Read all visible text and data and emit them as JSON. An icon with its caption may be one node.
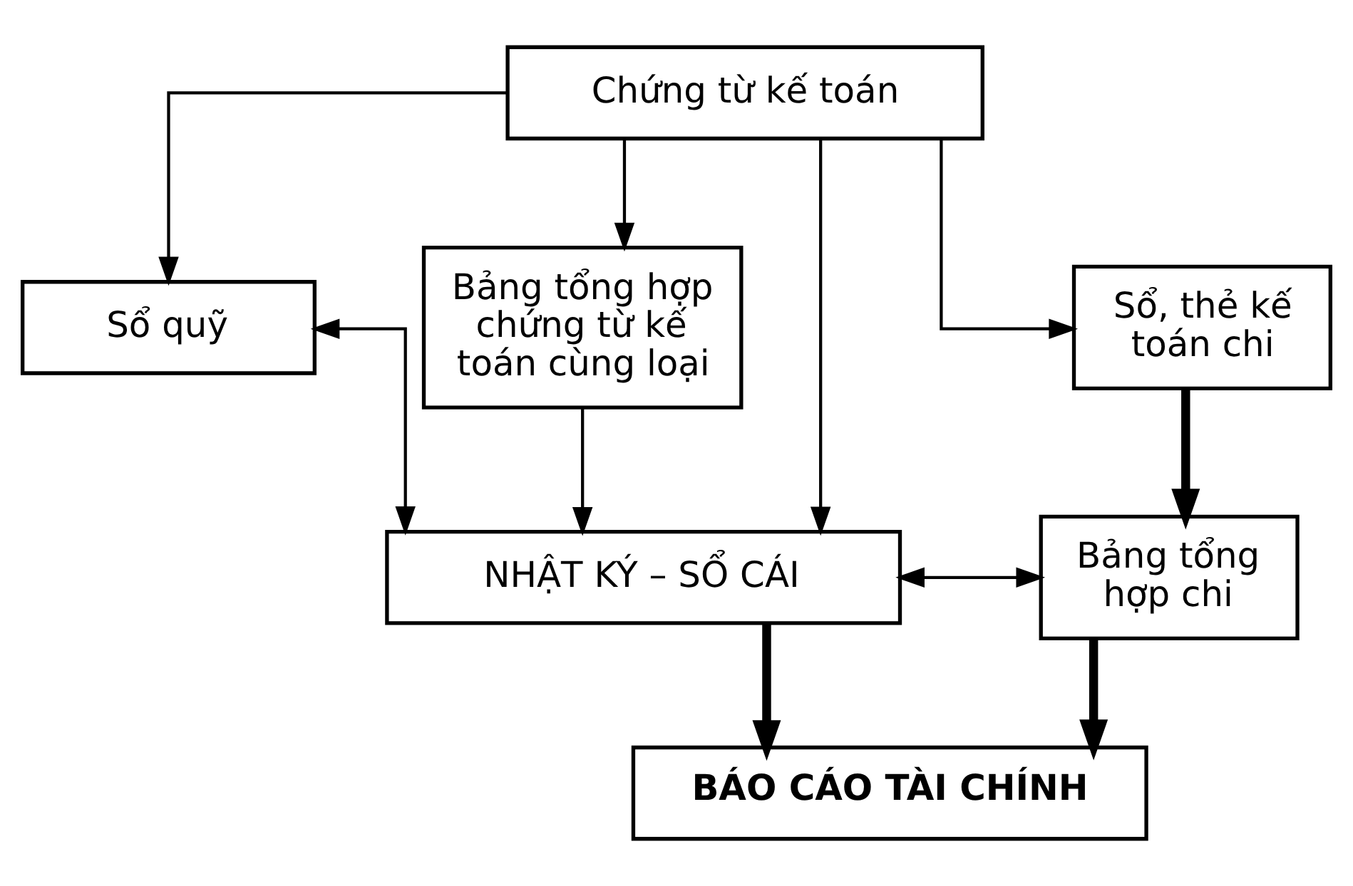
{
  "diagram": {
    "nodes": [
      {
        "text": [
          "Chứng từ kế toán"
        ]
      },
      {
        "text": [
          "Sổ quỹ"
        ]
      },
      {
        "text": [
          "Bảng tổng hợp chứng từ kế toán cùng loại"
        ]
      },
      {
        "text": [
          "Sổ, thẻ kế toán chi"
        ]
      },
      {
        "text": [
          "NHẬT KÝ – SỔ CÁI"
        ]
      },
      {
        "text": [
          "Bảng tổng hợp chi"
        ]
      },
      {
        "text": [
          "BÁO CÁO TÀI CHÍNH"
        ]
      }
    ],
    "edges": [
      {
        "from": 0,
        "to": 1,
        "arrow": "to"
      },
      {
        "from": 0,
        "to": 4,
        "arrow": "to"
      },
      {
        "from": 0,
        "to": 2,
        "arrow": "to"
      },
      {
        "from": 0,
        "to": 3,
        "arrow": "to"
      },
      {
        "from": 1,
        "to": 4,
        "arrow": "both"
      },
      {
        "from": 2,
        "to": 4,
        "arrow": "to"
      },
      {
        "from": 3,
        "to": 5,
        "arrow": "to",
        "style": "thick"
      },
      {
        "from": 4,
        "to": 5,
        "arrow": "both"
      },
      {
        "from": 4,
        "to": 6,
        "arrow": "to",
        "style": "thick"
      },
      {
        "from": 5,
        "to": 6,
        "arrow": "to",
        "style": "thick"
      }
    ]
  }
}
